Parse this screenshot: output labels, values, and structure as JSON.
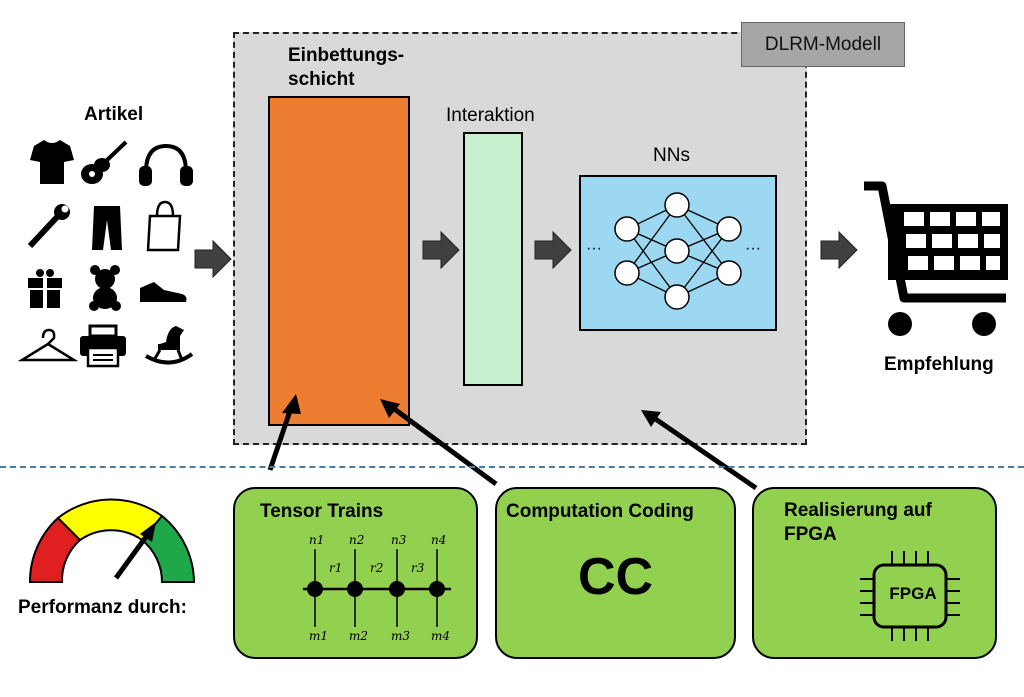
{
  "items": {
    "title": "Artikel",
    "icons": [
      "tshirt-icon",
      "guitar-icon",
      "headphones-icon",
      "wrench-icon",
      "trousers-icon",
      "shopping-bag-icon",
      "gift-icon",
      "teddy-bear-icon",
      "shoe-icon",
      "hanger-icon",
      "printer-icon",
      "rocking-horse-icon"
    ]
  },
  "model": {
    "tag": "DLRM-Modell",
    "embedding_title_line1": "Einbettungs-",
    "embedding_title_line2": "schicht",
    "interaction_title": "Interaktion",
    "nns_title": "NNs",
    "nns_ellipsis": "···"
  },
  "output": {
    "label": "Empfehlung",
    "icon": "shopping-cart-icon"
  },
  "performance": {
    "label": "Performanz durch:",
    "icon": "gauge-icon",
    "colors": [
      "#e02020",
      "#ffff00",
      "#1fa84a"
    ]
  },
  "methods": {
    "tensor_trains": {
      "title": "Tensor Trains",
      "top_labels": [
        "n1",
        "n2",
        "n3",
        "n4"
      ],
      "rank_labels": [
        "r1",
        "r2",
        "r3"
      ],
      "bottom_labels": [
        "m1",
        "m2",
        "m3",
        "m4"
      ]
    },
    "computation_coding": {
      "title": "Computation Coding",
      "abbr": "CC"
    },
    "fpga": {
      "title_line1": "Realisierung auf",
      "title_line2": "FPGA",
      "chip_label": "FPGA"
    }
  },
  "colors": {
    "embedding": "#ed7d31",
    "interaction": "#c6efce",
    "nns": "#9dd8f2",
    "method_box": "#92d050",
    "model_bg": "#d9d9d9",
    "divider": "#4a7ca3"
  }
}
